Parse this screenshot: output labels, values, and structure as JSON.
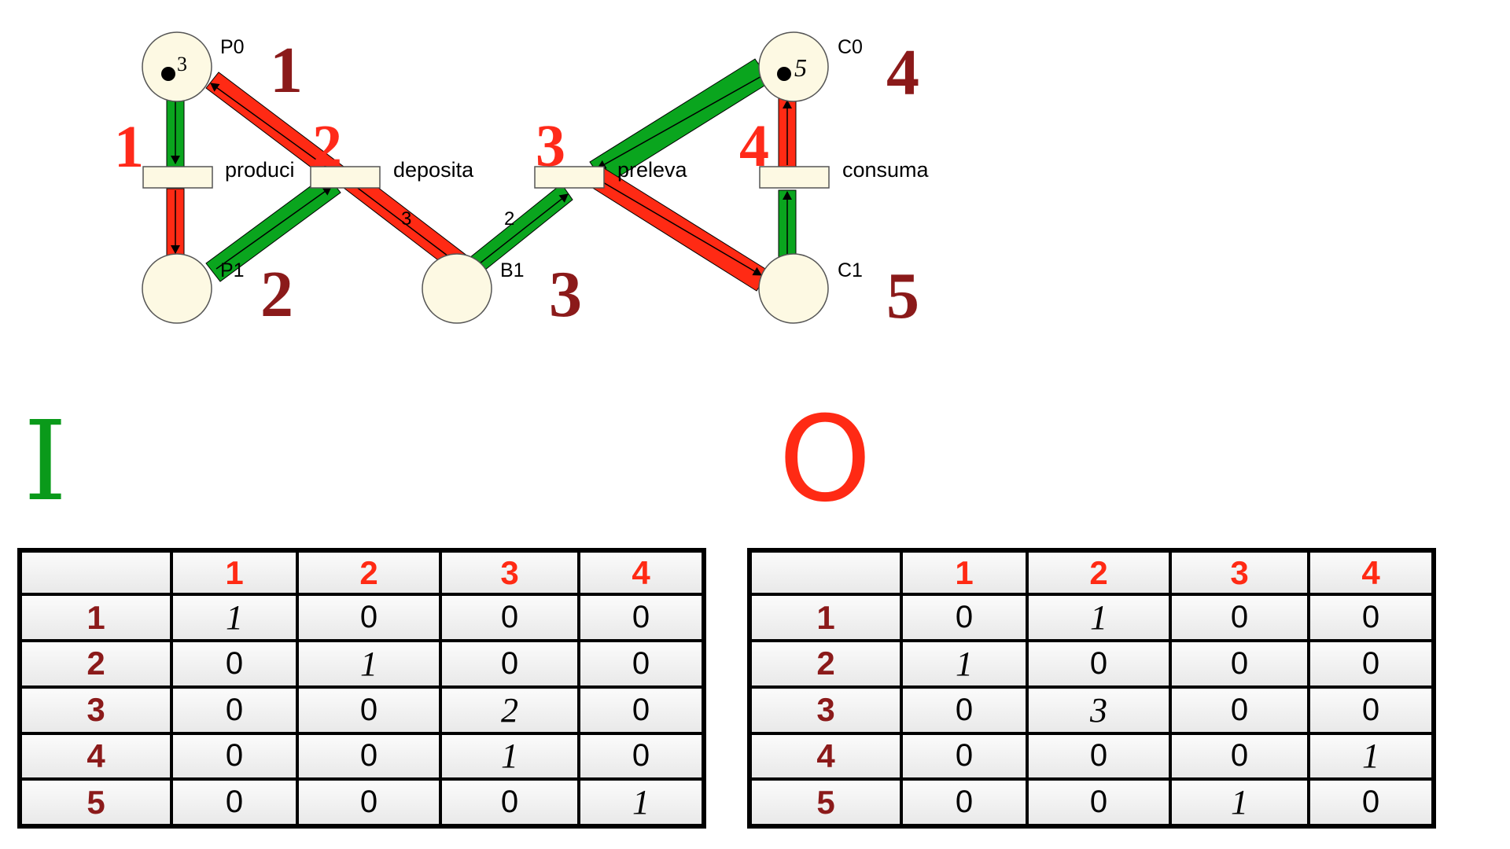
{
  "petri_net": {
    "places": [
      {
        "id": "P0",
        "label": "P0",
        "tokens": "3",
        "number": "1"
      },
      {
        "id": "P1",
        "label": "P1",
        "tokens": "",
        "number": "2"
      },
      {
        "id": "B1",
        "label": "B1",
        "tokens": "",
        "number": "3"
      },
      {
        "id": "C0",
        "label": "C0",
        "tokens": "5",
        "number": "4"
      },
      {
        "id": "C1",
        "label": "C1",
        "tokens": "",
        "number": "5"
      }
    ],
    "transitions": [
      {
        "id": "produci",
        "label": "produci",
        "number": "1"
      },
      {
        "id": "deposita",
        "label": "deposita",
        "number": "2"
      },
      {
        "id": "preleva",
        "label": "preleva",
        "number": "3"
      },
      {
        "id": "consuma",
        "label": "consuma",
        "number": "4"
      }
    ],
    "arc_weights": [
      {
        "arc": "deposita-B1",
        "label": "3"
      },
      {
        "arc": "B1-preleva",
        "label": "2"
      }
    ],
    "colors": {
      "input_arc": "#0aa51e",
      "output_arc": "#ff2a14",
      "node_fill": "#fdf9e3"
    }
  },
  "matrix_i": {
    "letter": "I",
    "col_headers": [
      "1",
      "2",
      "3",
      "4"
    ],
    "rows": [
      {
        "head": "1",
        "cells": [
          "1",
          "0",
          "0",
          "0"
        ]
      },
      {
        "head": "2",
        "cells": [
          "0",
          "1",
          "0",
          "0"
        ]
      },
      {
        "head": "3",
        "cells": [
          "0",
          "0",
          "2",
          "0"
        ]
      },
      {
        "head": "4",
        "cells": [
          "0",
          "0",
          "1",
          "0"
        ]
      },
      {
        "head": "5",
        "cells": [
          "0",
          "0",
          "0",
          "1"
        ]
      }
    ]
  },
  "matrix_o": {
    "letter": "O",
    "col_headers": [
      "1",
      "2",
      "3",
      "4"
    ],
    "rows": [
      {
        "head": "1",
        "cells": [
          "0",
          "1",
          "0",
          "0"
        ]
      },
      {
        "head": "2",
        "cells": [
          "1",
          "0",
          "0",
          "0"
        ]
      },
      {
        "head": "3",
        "cells": [
          "0",
          "3",
          "0",
          "0"
        ]
      },
      {
        "head": "4",
        "cells": [
          "0",
          "0",
          "0",
          "1"
        ]
      },
      {
        "head": "5",
        "cells": [
          "0",
          "0",
          "1",
          "0"
        ]
      }
    ]
  }
}
